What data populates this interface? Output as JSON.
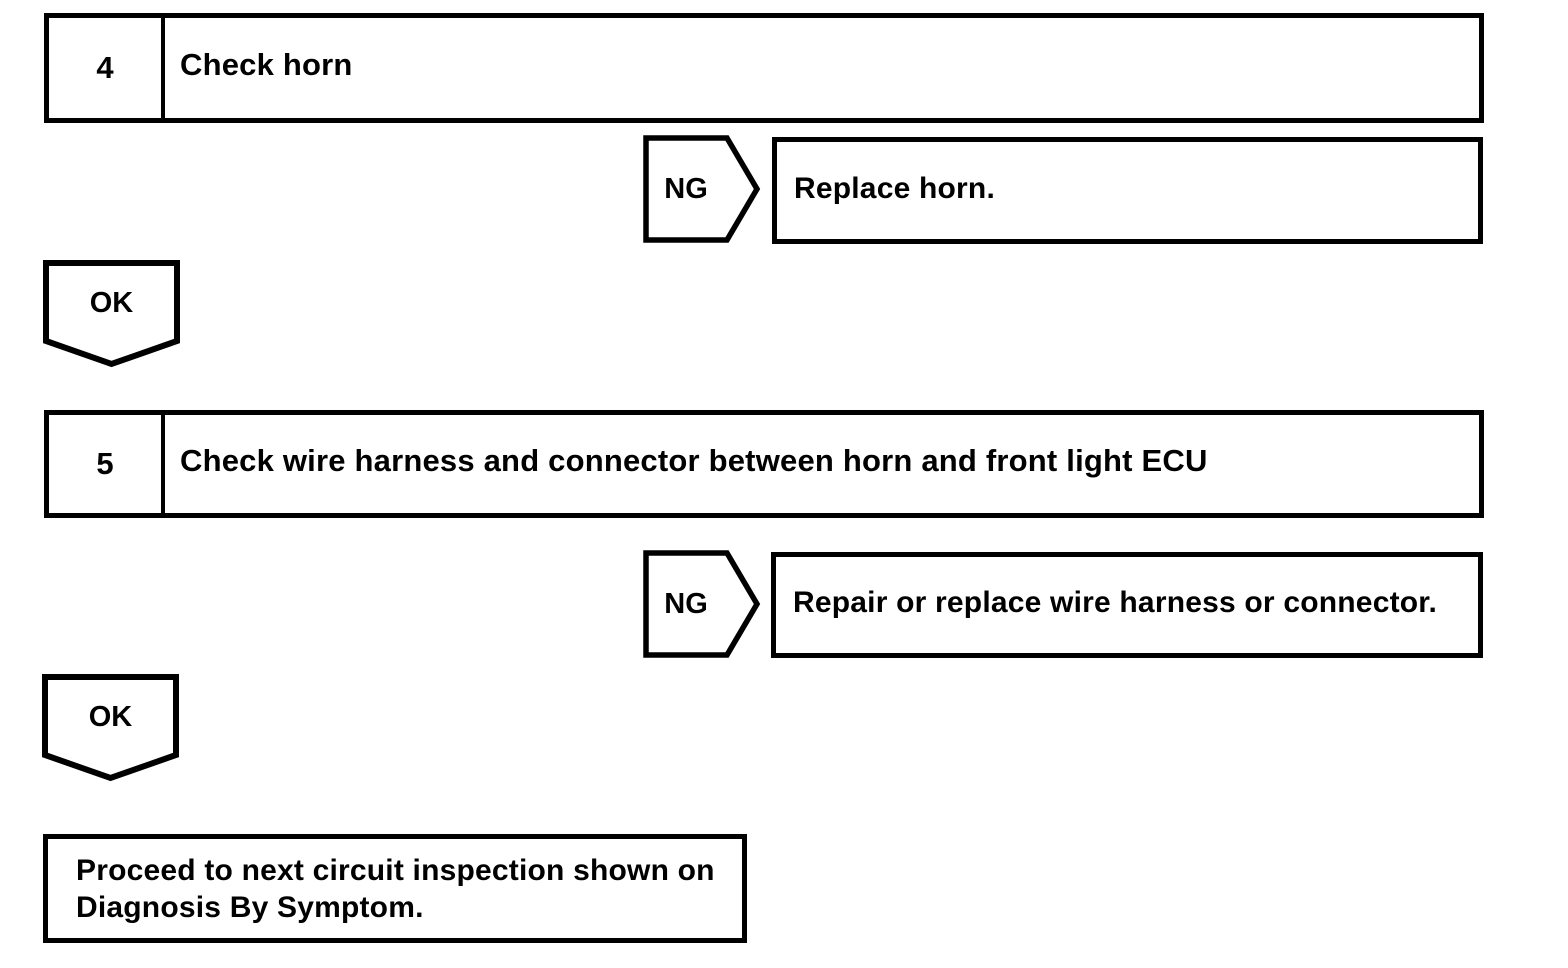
{
  "page": {
    "paper_color": "#ffffff",
    "ink_color": "#000000"
  },
  "flowchart": {
    "steps": [
      {
        "number": "4",
        "title": "Check horn",
        "ng": {
          "label": "NG",
          "result": "Replace horn."
        },
        "ok": {
          "label": "OK"
        }
      },
      {
        "number": "5",
        "title": "Check wire harness and connector between horn and front light ECU",
        "ng": {
          "label": "NG",
          "result": "Repair or replace wire harness or connector."
        },
        "ok": {
          "label": "OK"
        }
      }
    ],
    "final": {
      "line1": "Proceed to next circuit inspection shown on",
      "line2": "Diagnosis By Symptom."
    }
  }
}
